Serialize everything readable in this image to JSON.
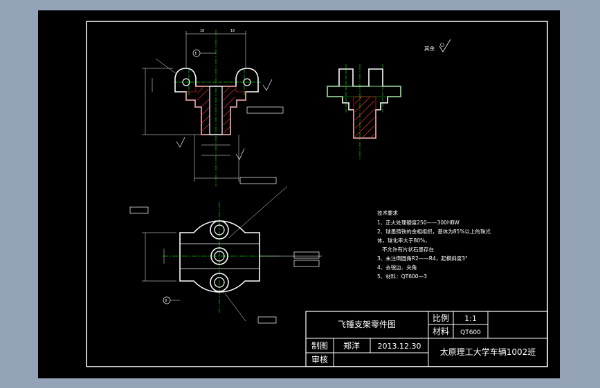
{
  "drawing": {
    "roughness_note": "其余",
    "tech_requirements": {
      "heading": "技术要求",
      "lines": [
        "1、正火处理硬度250——300HBW",
        "2、球墨铸铁的金相组织，基体为85%以上的珠光",
        "体，球化率大于80%，",
        "不允许有片状石墨存在",
        "3、未注倒圆角R2——R4，起模斜度3°",
        "4、去锐边、尖角",
        "5、材料：QT600—3"
      ]
    },
    "datum_labels": [
      "E",
      "D"
    ],
    "dimension_labels": [
      "18",
      "19"
    ]
  },
  "title_block": {
    "part_name": "飞锤支架零件图",
    "scale_label": "比例",
    "scale_value": "1:1",
    "material_label": "材料",
    "material_value": "QT600",
    "drawn_label": "制图",
    "drawn_by": "郑洋",
    "date": "2013.12.30",
    "check_label": "审核",
    "school": "太原理工大学车辆1002班"
  },
  "colors": {
    "background": "#000000",
    "outer_bg": "#95a3b8",
    "lines": "#ffffff",
    "section_hatch": "#ff3030",
    "centerline": "#00c000",
    "dimension": "#ffffff"
  }
}
